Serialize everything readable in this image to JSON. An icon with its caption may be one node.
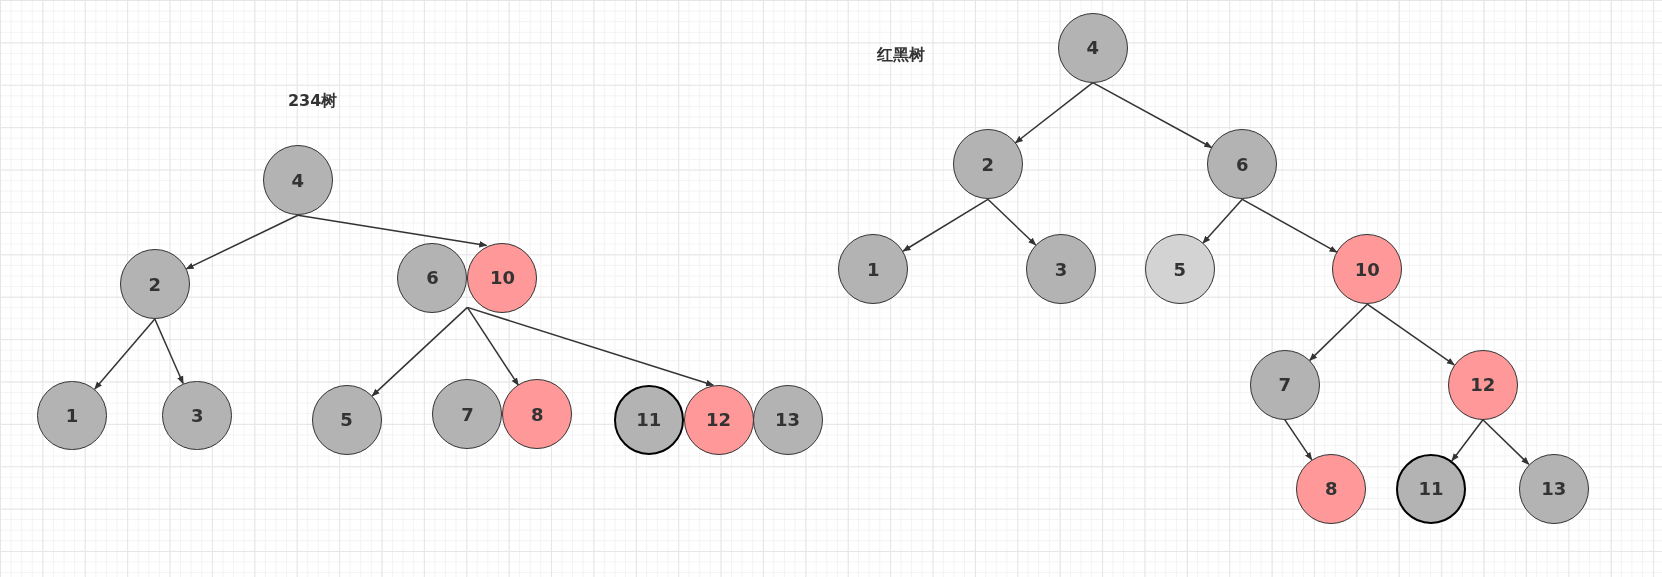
{
  "diagram": {
    "nodes": [
      {
        "text": [
          "4"
        ]
      },
      {
        "text": [
          "2"
        ]
      },
      {
        "text": [
          "6"
        ]
      },
      {
        "text": [
          "10"
        ]
      },
      {
        "text": [
          "1"
        ]
      },
      {
        "text": [
          "3"
        ]
      },
      {
        "text": [
          "5"
        ]
      },
      {
        "text": [
          "7"
        ]
      },
      {
        "text": [
          "8"
        ]
      },
      {
        "text": [
          "11"
        ]
      },
      {
        "text": [
          "12"
        ]
      },
      {
        "text": [
          "13"
        ]
      },
      {
        "text": [
          "4"
        ]
      },
      {
        "text": [
          "2"
        ]
      },
      {
        "text": [
          "6"
        ]
      },
      {
        "text": [
          "1"
        ]
      },
      {
        "text": [
          "3"
        ]
      },
      {
        "text": [
          "5"
        ]
      },
      {
        "text": [
          "10"
        ]
      },
      {
        "text": [
          "7"
        ]
      },
      {
        "text": [
          "12"
        ]
      },
      {
        "text": [
          "8"
        ]
      },
      {
        "text": [
          "11"
        ]
      },
      {
        "text": [
          "13"
        ]
      }
    ],
    "edges": [
      {
        "from": 0,
        "to": 1,
        "arrow": "to"
      },
      {
        "from": 0,
        "to": 3,
        "arrow": "to"
      },
      {
        "from": 1,
        "to": 4,
        "arrow": "to"
      },
      {
        "from": 1,
        "to": 5,
        "arrow": "to"
      },
      {
        "from": 2,
        "to": 6,
        "arrow": "to"
      },
      {
        "from": 2,
        "to": 8,
        "arrow": "to"
      },
      {
        "from": 2,
        "to": 10,
        "arrow": "to"
      },
      {
        "from": 12,
        "to": 13,
        "arrow": "to"
      },
      {
        "from": 12,
        "to": 14,
        "arrow": "to"
      },
      {
        "from": 13,
        "to": 15,
        "arrow": "to"
      },
      {
        "from": 13,
        "to": 16,
        "arrow": "to"
      },
      {
        "from": 14,
        "to": 17,
        "arrow": "to"
      },
      {
        "from": 14,
        "to": 18,
        "arrow": "to"
      },
      {
        "from": 18,
        "to": 19,
        "arrow": "to"
      },
      {
        "from": 18,
        "to": 20,
        "arrow": "to"
      },
      {
        "from": 19,
        "to": 21,
        "arrow": "to"
      },
      {
        "from": 20,
        "to": 22,
        "arrow": "to"
      },
      {
        "from": 20,
        "to": 23,
        "arrow": "to"
      }
    ],
    "labels": [
      "234树",
      "红黑树"
    ]
  }
}
